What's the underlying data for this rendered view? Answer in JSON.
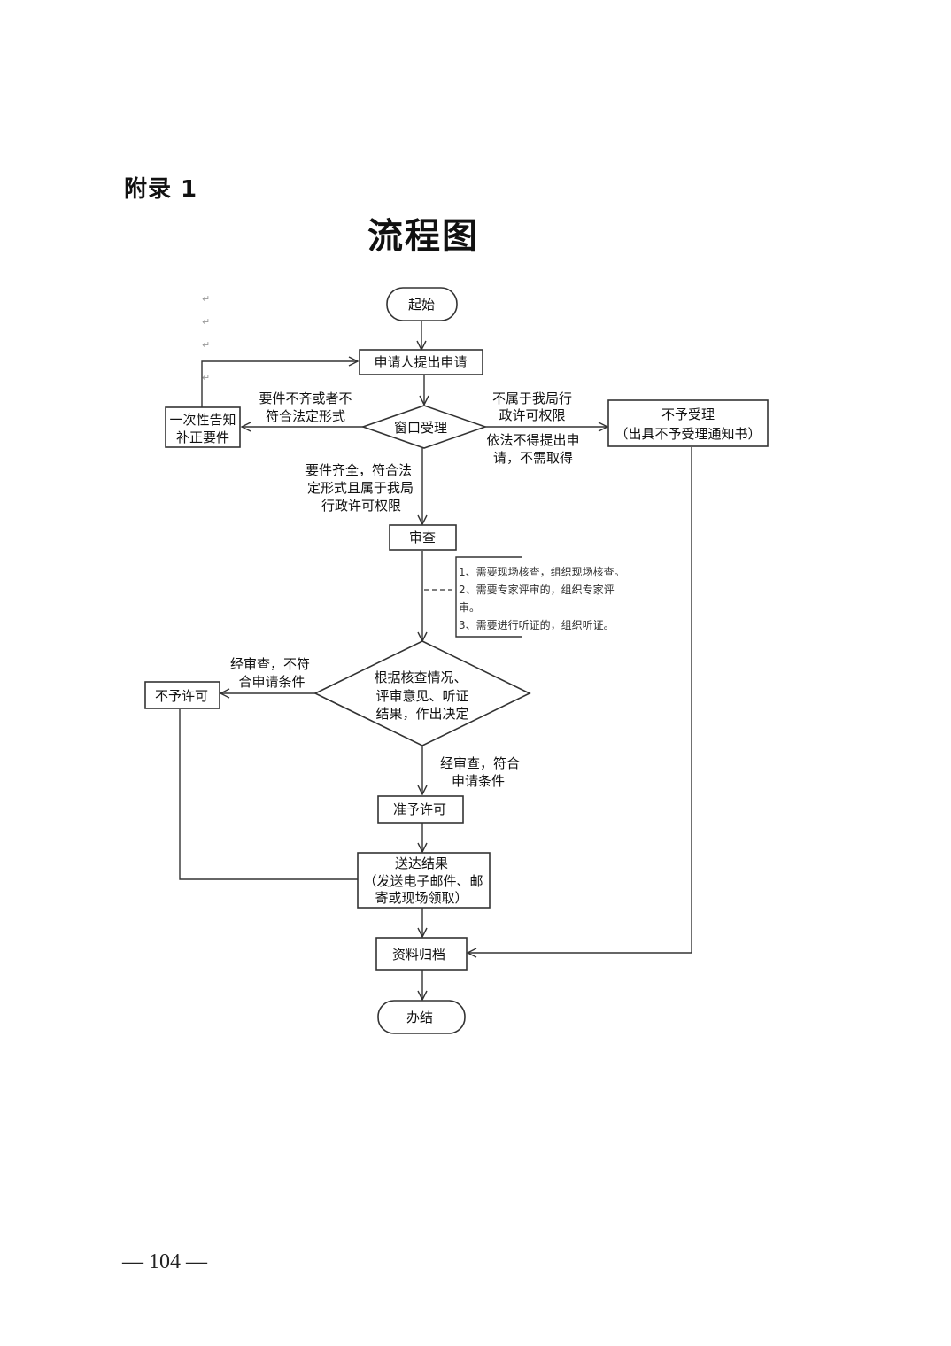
{
  "header": {
    "appendix_label": "附录 1",
    "title": "流程图"
  },
  "flowchart": {
    "nodes": {
      "start": "起始",
      "apply": "申请人提出申请",
      "window": "窗口受理",
      "notify_lines": [
        "一次性告知",
        "补正要件"
      ],
      "reject_lines": [
        "不予受理",
        "（出具不予受理通知书）"
      ],
      "review": "审查",
      "decide_lines": [
        "根据核查情况、",
        "评审意见、听证",
        "结果，作出决定"
      ],
      "deny": "不予许可",
      "grant": "准予许可",
      "deliver_lines": [
        "送达结果",
        "（发送电子邮件、邮",
        "寄或现场领取）"
      ],
      "archive": "资料归档",
      "end": "办结"
    },
    "edge_labels": {
      "incomplete": [
        "要件不齐或者不",
        "符合法定形式"
      ],
      "not_authority": [
        "不属于我局行",
        "政许可权限"
      ],
      "not_required": [
        "依法不得提出申",
        "请，不需取得"
      ],
      "complete": [
        "要件齐全，符合法",
        "定形式且属于我局",
        "行政许可权限"
      ],
      "not_qualified": [
        "经审查，不符",
        "合申请条件"
      ],
      "qualified": [
        "经审查，符合",
        "申请条件"
      ]
    },
    "review_note_lines": [
      "1、需要现场核查，组织现场核查。",
      "2、需要专家评审的，组织专家评",
      "审。",
      "3、需要进行听证的，组织听证。"
    ]
  },
  "footer": {
    "page_number": "— 104 —"
  }
}
